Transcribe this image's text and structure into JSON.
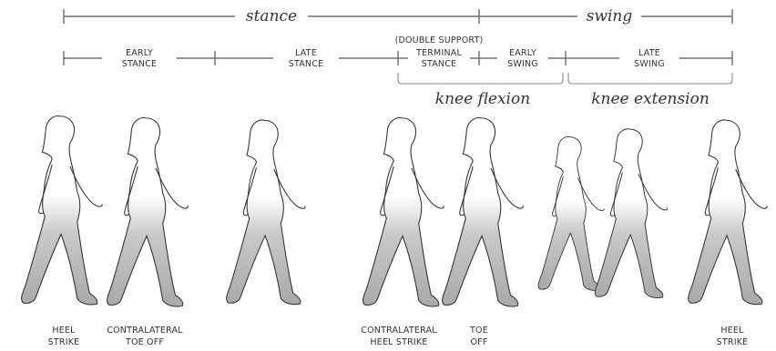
{
  "header": {
    "stance_label": "stance",
    "swing_label": "swing"
  },
  "phases": [
    {
      "line1": "EARLY",
      "line2": "STANCE"
    },
    {
      "line1": "LATE",
      "line2": "STANCE"
    },
    {
      "line0": "(DOUBLE SUPPORT)",
      "line1": "TERMINAL",
      "line2": "STANCE"
    },
    {
      "line1": "EARLY",
      "line2": "SWING"
    },
    {
      "line1": "LATE",
      "line2": "SWING"
    }
  ],
  "knee": {
    "flexion_label": "knee flexion",
    "extension_label": "knee extension"
  },
  "events": [
    {
      "line1": "HEEL",
      "line2": "STRIKE"
    },
    {
      "line1": "CONTRALATERAL",
      "line2": "TOE OFF"
    },
    {
      "line1": "CONTRALATERAL",
      "line2": "HEEL STRIKE"
    },
    {
      "line1": "TOE",
      "line2": "OFF"
    },
    {
      "line1": "HEEL",
      "line2": "STRIKE"
    }
  ],
  "colors": {
    "line": "#555555",
    "shade": "#b5b5b5"
  }
}
